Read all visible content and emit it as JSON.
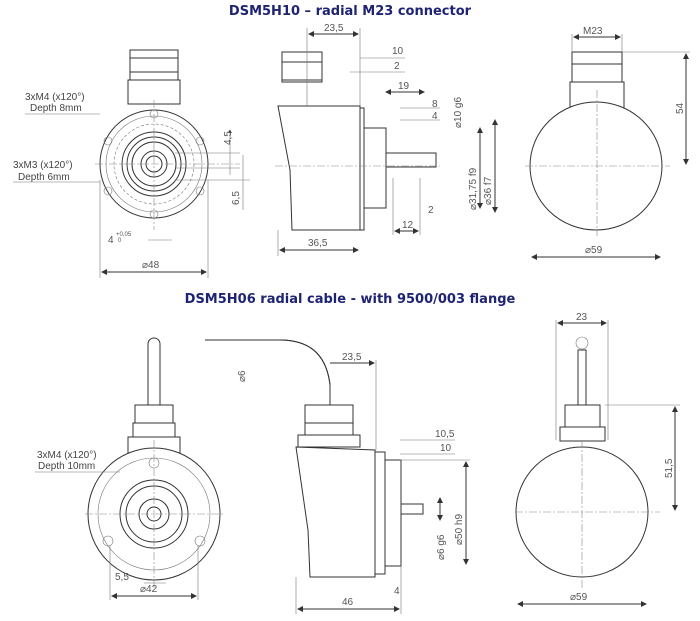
{
  "titles": {
    "top": "DSM5H10 – radial M23 connector",
    "bottom": "DSM5H06 radial cable - with 9500/003 flange"
  },
  "top_section": {
    "front_view": {
      "note1_line1": "3xM4 (x120°)",
      "note1_line2": "Depth 8mm",
      "note2_line1": "3xM3 (x120°)",
      "note2_line2": "Depth 6mm",
      "dim_4_5": "4,5",
      "dim_6_5": "6,5",
      "dim_keyway": "4",
      "dim_keyway_tol_upper": "+0,05",
      "dim_keyway_tol_lower": "0",
      "dim_diameter": "⌀48"
    },
    "side_view": {
      "dim_23_5": "23,5",
      "dim_10": "10",
      "dim_2_top": "2",
      "dim_19": "19",
      "dim_8": "8",
      "dim_4": "4",
      "dim_shaft": "⌀10 g6",
      "dim_31_75": "⌀31,75 f9",
      "dim_36": "⌀36 f7",
      "dim_2_bottom": "2",
      "dim_12": "12",
      "dim_36_5": "36,5"
    },
    "end_view": {
      "dim_connector": "M23",
      "dim_height": "54",
      "dim_diameter": "⌀59"
    }
  },
  "bottom_section": {
    "front_view": {
      "note_line1": "3xM4 (x120°)",
      "note_line2": "Depth 10mm",
      "dim_5_5": "5,5",
      "dim_diameter": "⌀42"
    },
    "side_view": {
      "dim_cable": "⌀6",
      "dim_23_5": "23,5",
      "dim_10_5": "10,5",
      "dim_10": "10",
      "dim_flange": "⌀50 h9",
      "dim_shaft": "⌀6 g6",
      "dim_4": "4",
      "dim_46": "46"
    },
    "end_view": {
      "dim_width": "23",
      "dim_height": "51,5",
      "dim_diameter": "⌀59"
    }
  },
  "colors": {
    "title": "#1f2373",
    "lines": "#333333",
    "dimension_text": "#555555"
  }
}
